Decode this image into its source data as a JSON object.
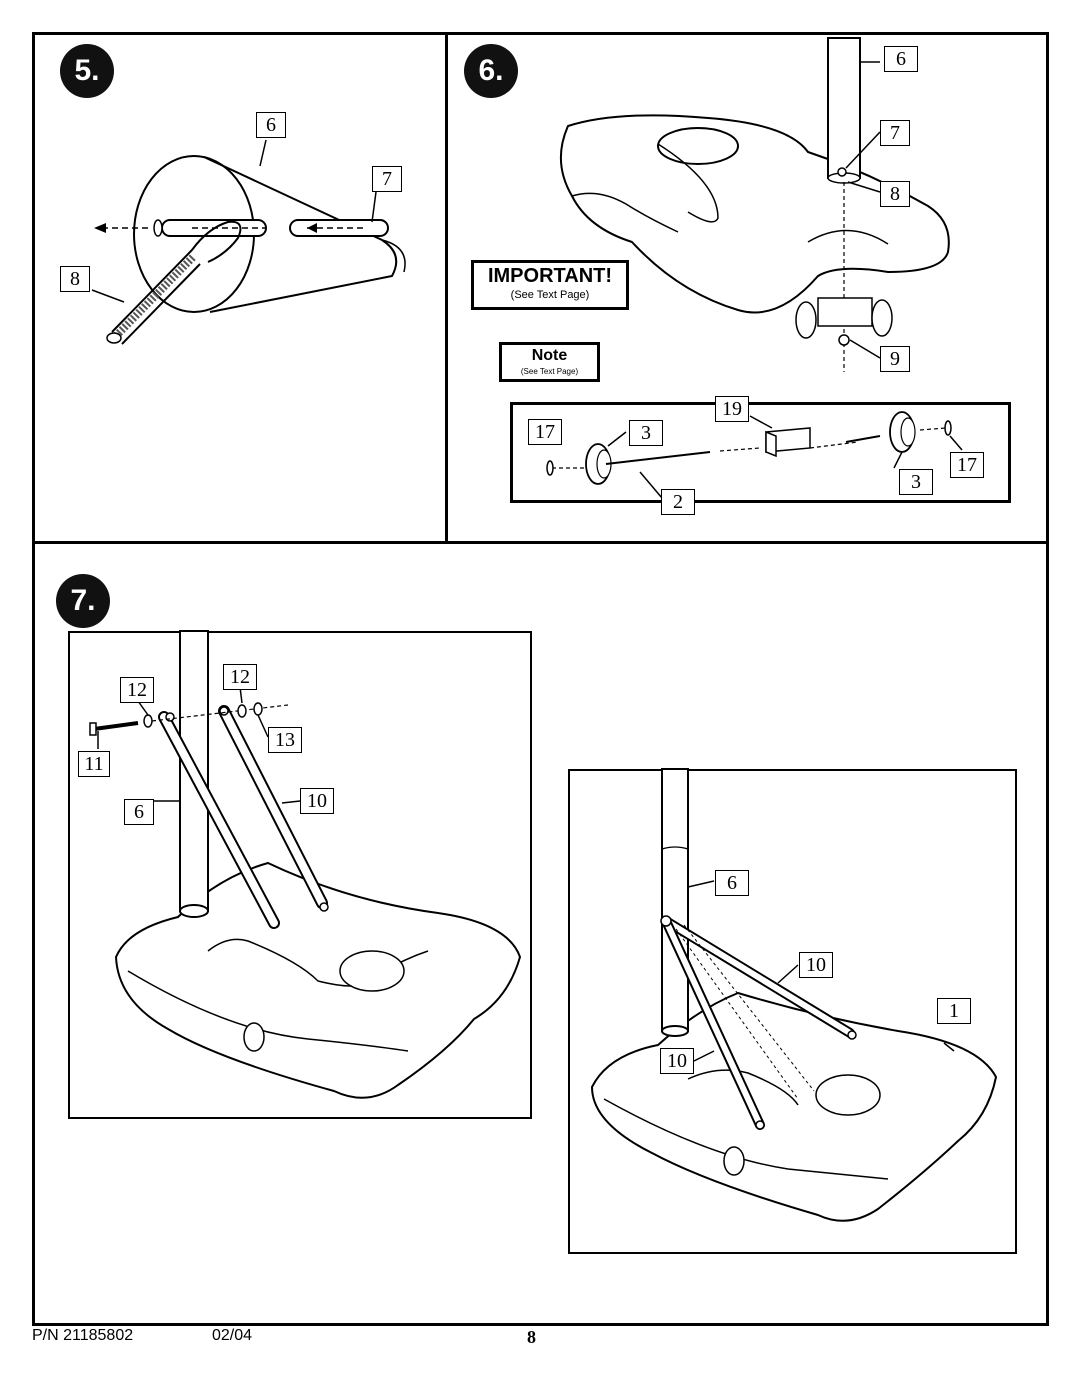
{
  "steps": {
    "step5": {
      "number": "5.",
      "callouts": [
        "6",
        "7",
        "8"
      ]
    },
    "step6": {
      "number": "6.",
      "callouts": [
        "6",
        "7",
        "8",
        "9"
      ],
      "important": {
        "title": "IMPORTANT!",
        "subtitle": "(See Text Page)"
      },
      "note": {
        "title": "Note",
        "subtitle": "(See Text Page)"
      },
      "inset_callouts": [
        "19",
        "17",
        "3",
        "2",
        "3",
        "17"
      ]
    },
    "step7": {
      "number": "7.",
      "left_callouts": [
        "12",
        "12",
        "13",
        "11",
        "6",
        "10"
      ],
      "right_callouts": [
        "6",
        "10",
        "1",
        "10"
      ]
    }
  },
  "footer": {
    "part_number": "P/N 21185802",
    "date": "02/04",
    "page_number": "8"
  }
}
